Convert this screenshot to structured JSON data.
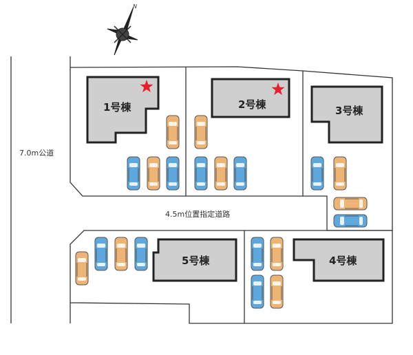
{
  "compass": {
    "north_label": "N"
  },
  "roads": {
    "public_road": "7.0m公道",
    "private_road": "4.5m位置指定道路"
  },
  "buildings": [
    {
      "label": "1号棟",
      "starred": true
    },
    {
      "label": "2号棟",
      "starred": true
    },
    {
      "label": "3号棟",
      "starred": false
    },
    {
      "label": "4号棟",
      "starred": false
    },
    {
      "label": "5号棟",
      "starred": false
    }
  ],
  "colors": {
    "car_blue": "#5ea8dd",
    "car_orange": "#eeb476",
    "star": "#e8202a",
    "building": "#cfcfcf"
  }
}
